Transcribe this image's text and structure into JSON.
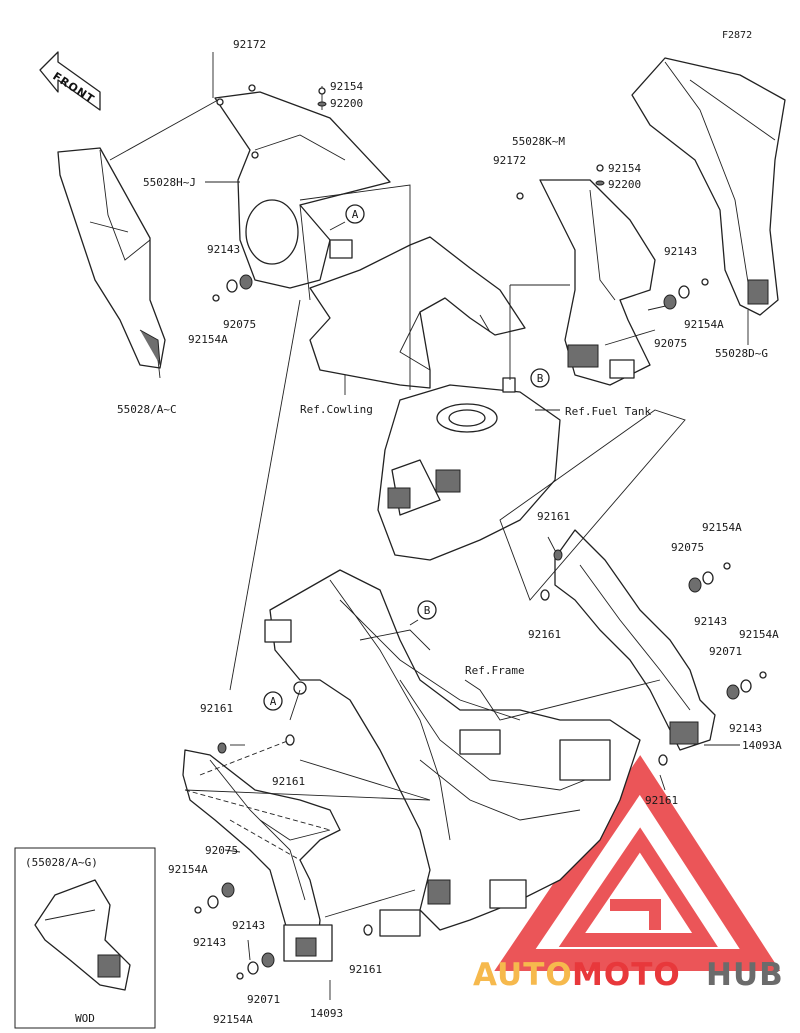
{
  "figure_code": "F2872",
  "front_label": "FRONT",
  "inset": {
    "title": "(55028/A~G)",
    "caption": "WOD"
  },
  "watermark": {
    "part1": "AUTO",
    "part2": "MOTO",
    "part3": "HUB",
    "color_primary": "#e8383b",
    "color_accent": "#f6b94d",
    "color_dark": "#6b6b6b"
  },
  "callouts": {
    "a_top": "A",
    "a_frame": "A",
    "b_top": "B",
    "b_frame": "B"
  },
  "labels": {
    "l92172_left": "92172",
    "l92154_top": "92154",
    "l92200_top": "92200",
    "l55028hj": "55028H~J",
    "l92143_left": "92143",
    "l92075_left": "92075",
    "l92154a_left": "92154A",
    "l55028ac": "55028/A~C",
    "l_cowling": "Ref.Cowling",
    "l55028km": "55028K~M",
    "l92172_right": "92172",
    "l92154_right": "92154",
    "l92200_right": "92200",
    "l92143_right": "92143",
    "l92154a_right": "92154A",
    "l92075_right": "92075",
    "l55028dg": "55028D~G",
    "l_fueltank": "Ref.Fuel Tank",
    "l92161_r1": "92161",
    "l92154a_r1": "92154A",
    "l92075_r2": "92075",
    "l92161_r2": "92161",
    "l92143_r2": "92143",
    "l92154a_r3": "92154A",
    "l92071_r": "92071",
    "l_frame": "Ref.Frame",
    "l92143_r3": "92143",
    "l14093a": "14093A",
    "l92161_r3": "92161",
    "l92161_l1": "92161",
    "l92161_l2": "92161",
    "l92075_bl": "92075",
    "l92154a_bl": "92154A",
    "l92143_bl": "92143",
    "l92143_bl2": "92143",
    "l92071_bl": "92071",
    "l92161_bm": "92161",
    "l14093": "14093",
    "l92154a_bl2": "92154A"
  }
}
